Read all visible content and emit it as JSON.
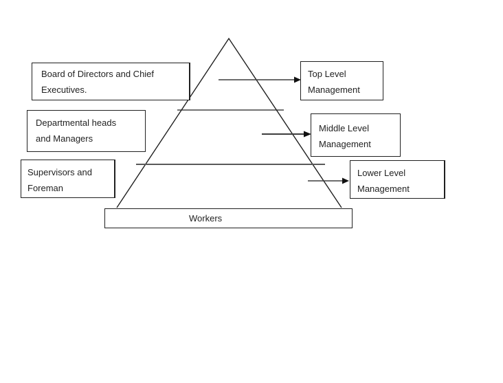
{
  "colors": {
    "outline": "#1f1f1f",
    "divider_gray": "#595959",
    "arrow_shaft": "#3d3d3d",
    "arrow_head": "#111111",
    "text": "#1f1f1f",
    "background": "#ffffff"
  },
  "diagram": {
    "left_labels": [
      {
        "lines": [
          "Board of Directors and Chief",
          "Executives."
        ]
      },
      {
        "lines": [
          "Departmental heads",
          "and Managers"
        ]
      },
      {
        "lines": [
          "Supervisors and",
          "Foreman"
        ]
      }
    ],
    "right_labels": [
      {
        "lines": [
          "Top Level",
          "Management"
        ]
      },
      {
        "lines": [
          "Middle Level",
          "Management"
        ]
      },
      {
        "lines": [
          "Lower Level",
          "Management"
        ]
      }
    ],
    "base_label": "Workers"
  }
}
